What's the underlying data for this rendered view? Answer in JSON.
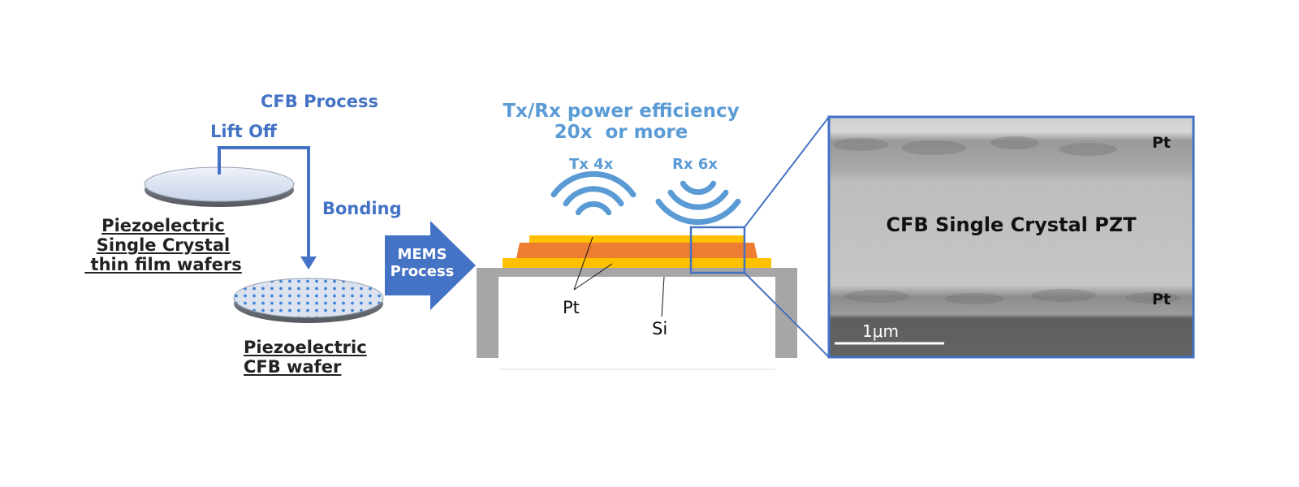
{
  "process": {
    "title": "CFB Process",
    "lift_off": "Lift Off",
    "bonding": "Bonding"
  },
  "wafers": {
    "source_label": [
      "Piezoelectric",
      "Single Crystal",
      " thin film wafers"
    ],
    "cfb_label": [
      "Piezoelectric",
      "CFB wafer"
    ]
  },
  "mems_arrow": [
    "MEMS",
    "Process"
  ],
  "efficiency": {
    "line1": "Tx/Rx power efficiency",
    "line2": "20x  or more",
    "tx": "Tx 4x",
    "rx": "Rx 6x"
  },
  "device": {
    "pt_label": "Pt",
    "si_label": "Si"
  },
  "micrograph": {
    "title": "CFB Single Crystal PZT",
    "pt_top": "Pt",
    "pt_bottom": "Pt",
    "scale": "1μm"
  },
  "colors": {
    "accent_blue": "#4472c4",
    "light_blue": "#5b9bd5",
    "orange": "#ed7d31",
    "yellow": "#ffc000",
    "silicon_gray": "#a6a6a6"
  }
}
